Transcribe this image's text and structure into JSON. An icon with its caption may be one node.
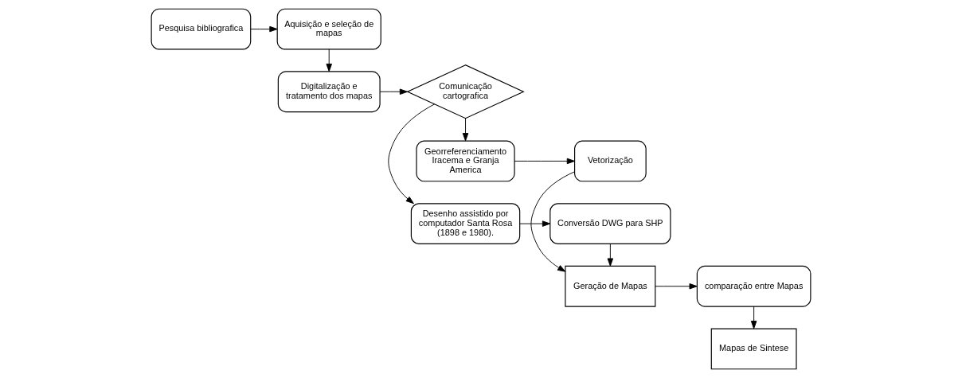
{
  "diagram": {
    "nodes": [
      {
        "text": [
          "Pesquisa bibliografica"
        ]
      },
      {
        "text": [
          "Aquisição e seleção de mapas"
        ]
      },
      {
        "text": [
          "Desenho assistido por computador Santa Rosa (1898 e 1980)."
        ]
      },
      {
        "text": [
          "Conversão DWG para SHP"
        ]
      },
      {
        "text": [
          "Digitalização e tratamento dos mapas"
        ]
      },
      {
        "text": [
          "Comunicação cartografica"
        ]
      },
      {
        "text": [
          "Geração de Mapas"
        ]
      },
      {
        "text": [
          "comparação entre Mapas"
        ]
      },
      {
        "text": [
          "Georreferenciamento Iracema e Granja America"
        ]
      },
      {
        "text": [
          "Vetorização"
        ]
      },
      {
        "text": [
          "Mapas de Sintese"
        ]
      }
    ],
    "edges": [
      {
        "from": 0,
        "to": 1,
        "arrow": "to"
      },
      {
        "from": 1,
        "to": 4,
        "arrow": "to"
      },
      {
        "from": 4,
        "to": 5,
        "arrow": "to"
      },
      {
        "from": 5,
        "to": 2,
        "arrow": "to"
      },
      {
        "from": 2,
        "to": 3,
        "arrow": "to"
      },
      {
        "from": 3,
        "to": 6,
        "arrow": "to"
      },
      {
        "from": 5,
        "to": 8,
        "arrow": "to"
      },
      {
        "from": 8,
        "to": 9,
        "arrow": "to"
      },
      {
        "from": 9,
        "to": 6,
        "arrow": "to"
      },
      {
        "from": 6,
        "to": 7,
        "arrow": "to"
      },
      {
        "from": 7,
        "to": 10,
        "arrow": "to"
      }
    ]
  }
}
